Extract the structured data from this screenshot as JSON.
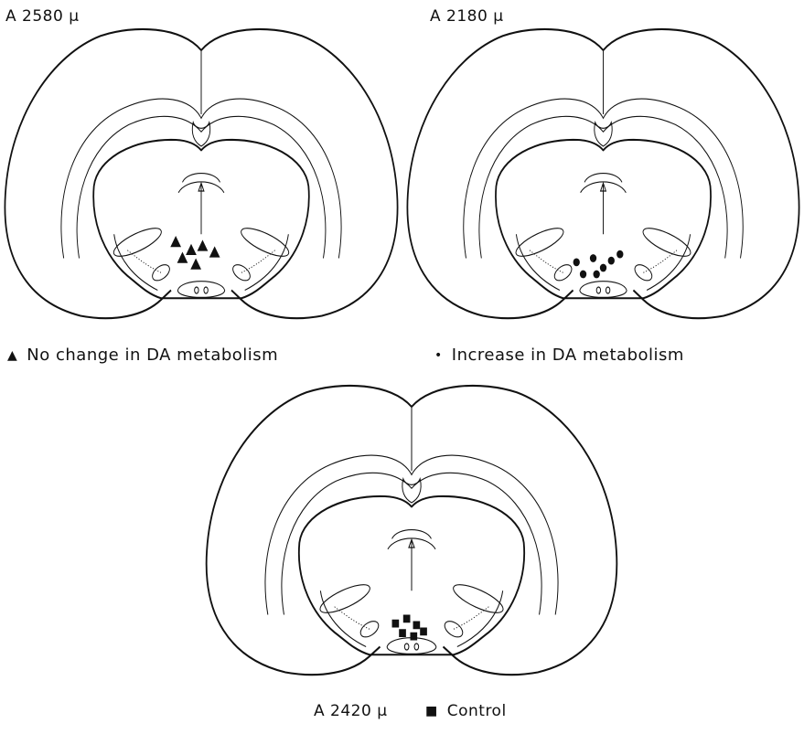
{
  "sections": {
    "a2580": {
      "label": "A 2580 µ"
    },
    "a2180": {
      "label": "A 2180 µ"
    },
    "a2420": {
      "label": "A 2420 µ"
    }
  },
  "legend": {
    "no_change": {
      "symbol": "▲",
      "text": "No change in DA metabolism"
    },
    "increase": {
      "symbol": "•",
      "text": "Increase in DA metabolism"
    },
    "control": {
      "symbol": "■",
      "text": "Control"
    }
  }
}
